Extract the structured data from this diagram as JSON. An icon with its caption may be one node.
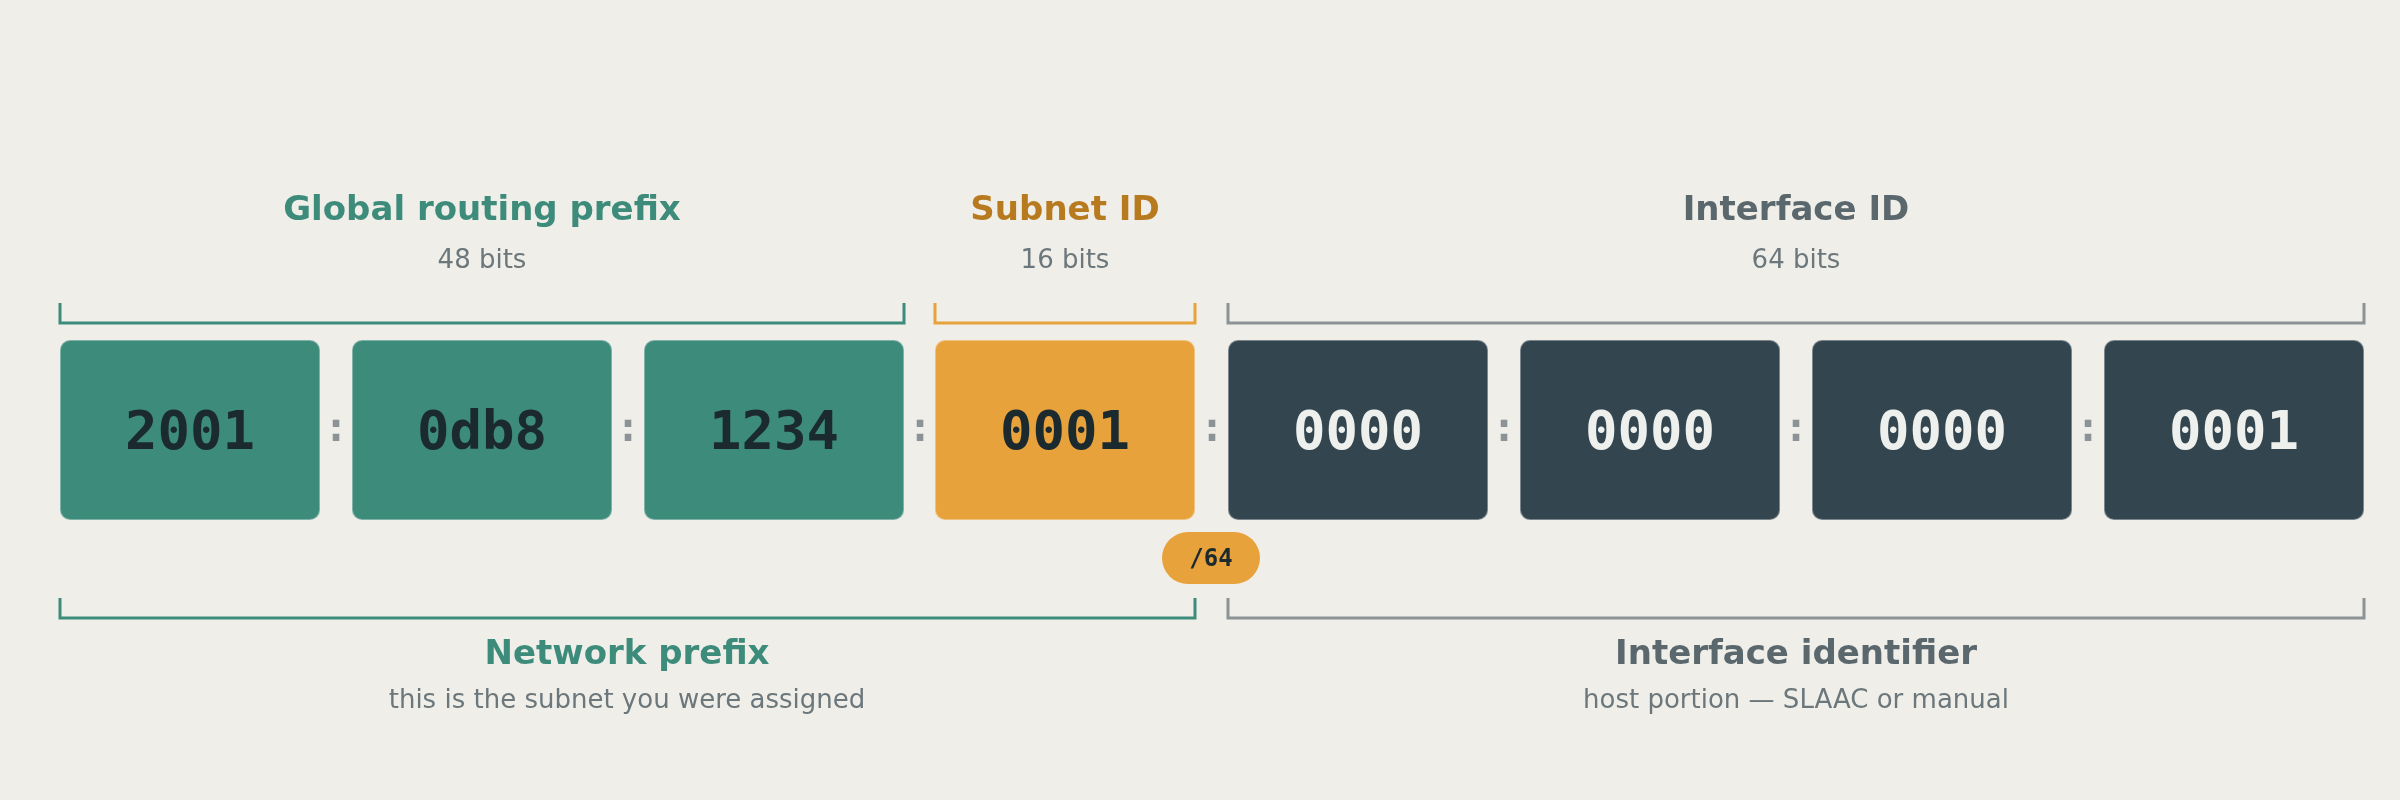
{
  "diagram": {
    "nodes": [
      {
        "text": [
          "2001"
        ]
      },
      {
        "text": [
          "0db8"
        ]
      },
      {
        "text": [
          "1234"
        ]
      },
      {
        "text": [
          "0001"
        ]
      },
      {
        "text": [
          "0000"
        ]
      },
      {
        "text": [
          "0000"
        ]
      },
      {
        "text": [
          "0000"
        ]
      },
      {
        "text": [
          "0001"
        ]
      },
      {
        "text": [
          "/64"
        ]
      }
    ],
    "edges": [],
    "labels": [
      "Global routing prefix",
      "48 bits",
      "Subnet ID",
      "16 bits",
      "Interface ID",
      "64 bits",
      ":",
      ":",
      ":",
      ":",
      ":",
      ":",
      ":",
      "Network prefix",
      "this is the subnet you were assigned",
      "Interface identifier",
      "host portion — SLAAC or manual"
    ]
  }
}
